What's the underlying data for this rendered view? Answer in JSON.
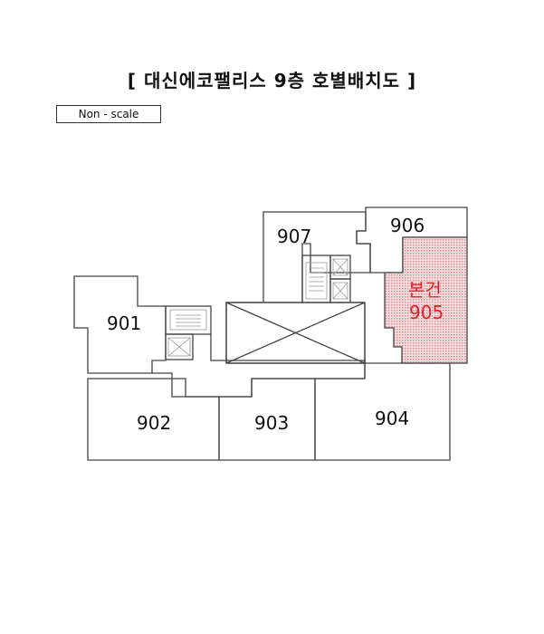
{
  "title": "[ 대신에코팰리스  9층  호별배치도 ]",
  "scale_note": "Non - scale",
  "colors": {
    "line": "#444444",
    "highlight_fill": "#f1c9cb",
    "highlight_text": "#e0212b"
  },
  "units": [
    {
      "id": "901",
      "label": "901"
    },
    {
      "id": "902",
      "label": "902"
    },
    {
      "id": "903",
      "label": "903"
    },
    {
      "id": "904",
      "label": "904"
    },
    {
      "id": "905",
      "label": "905",
      "prefix": "본건",
      "highlighted": true
    },
    {
      "id": "906",
      "label": "906"
    },
    {
      "id": "907",
      "label": "907"
    }
  ]
}
